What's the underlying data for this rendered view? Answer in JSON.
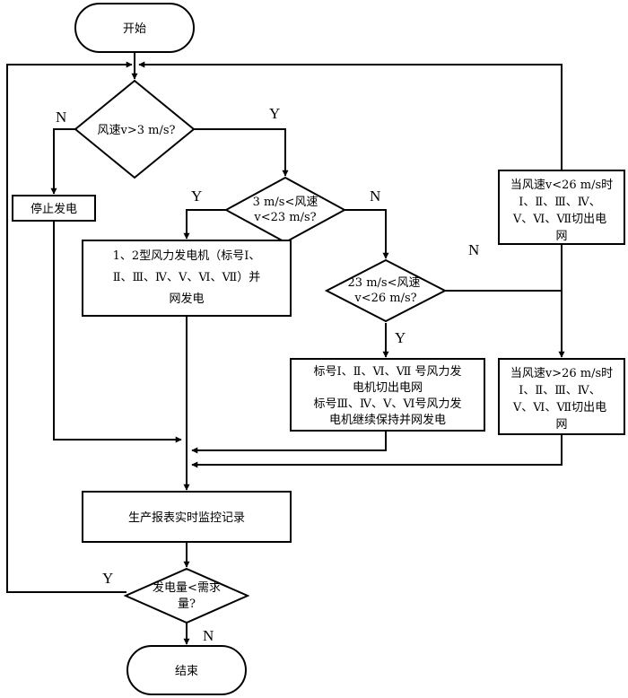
{
  "nodes": {
    "start": "开始",
    "check_3": "风速v>3 m/s?",
    "stop_gen": "停止发电",
    "check_23": [
      "3 m/s<风速",
      "v<23 m/s?"
    ],
    "gen_all": [
      "1、2型风力发电机（标号Ⅰ、",
      "Ⅱ、Ⅲ、Ⅳ、Ⅴ、Ⅵ、Ⅶ）并",
      "网发电"
    ],
    "check_26": [
      "23 m/s<风速",
      "v<26 m/s?"
    ],
    "partial_cut": [
      "标号Ⅰ、Ⅱ、Ⅵ、Ⅶ 号风力发",
      "电机切出电网",
      "标号Ⅲ、Ⅳ、Ⅴ、Ⅵ号风力发",
      "电机继续保持并网发电"
    ],
    "cut_above_26": [
      "当风速v>26 m/s时",
      "Ⅰ、Ⅱ、Ⅲ、Ⅳ、",
      "Ⅴ、Ⅵ、Ⅶ切出电",
      "网"
    ],
    "cut_below_26": [
      "当风速v<26 m/s时",
      "Ⅰ、Ⅱ、Ⅲ、Ⅳ、",
      "Ⅴ、Ⅵ、Ⅶ切出电",
      "网"
    ],
    "record": "生产报表实时监控记录",
    "check_demand": [
      "发电量<需求",
      "量?"
    ],
    "end": "结束"
  },
  "branch_labels": {
    "check_3_no": "N",
    "check_3_yes": "Y",
    "check_23_yes": "Y",
    "check_23_no": "N",
    "check_26_no": "N",
    "check_26_yes": "Y",
    "demand_yes": "Y",
    "demand_no": "N"
  }
}
